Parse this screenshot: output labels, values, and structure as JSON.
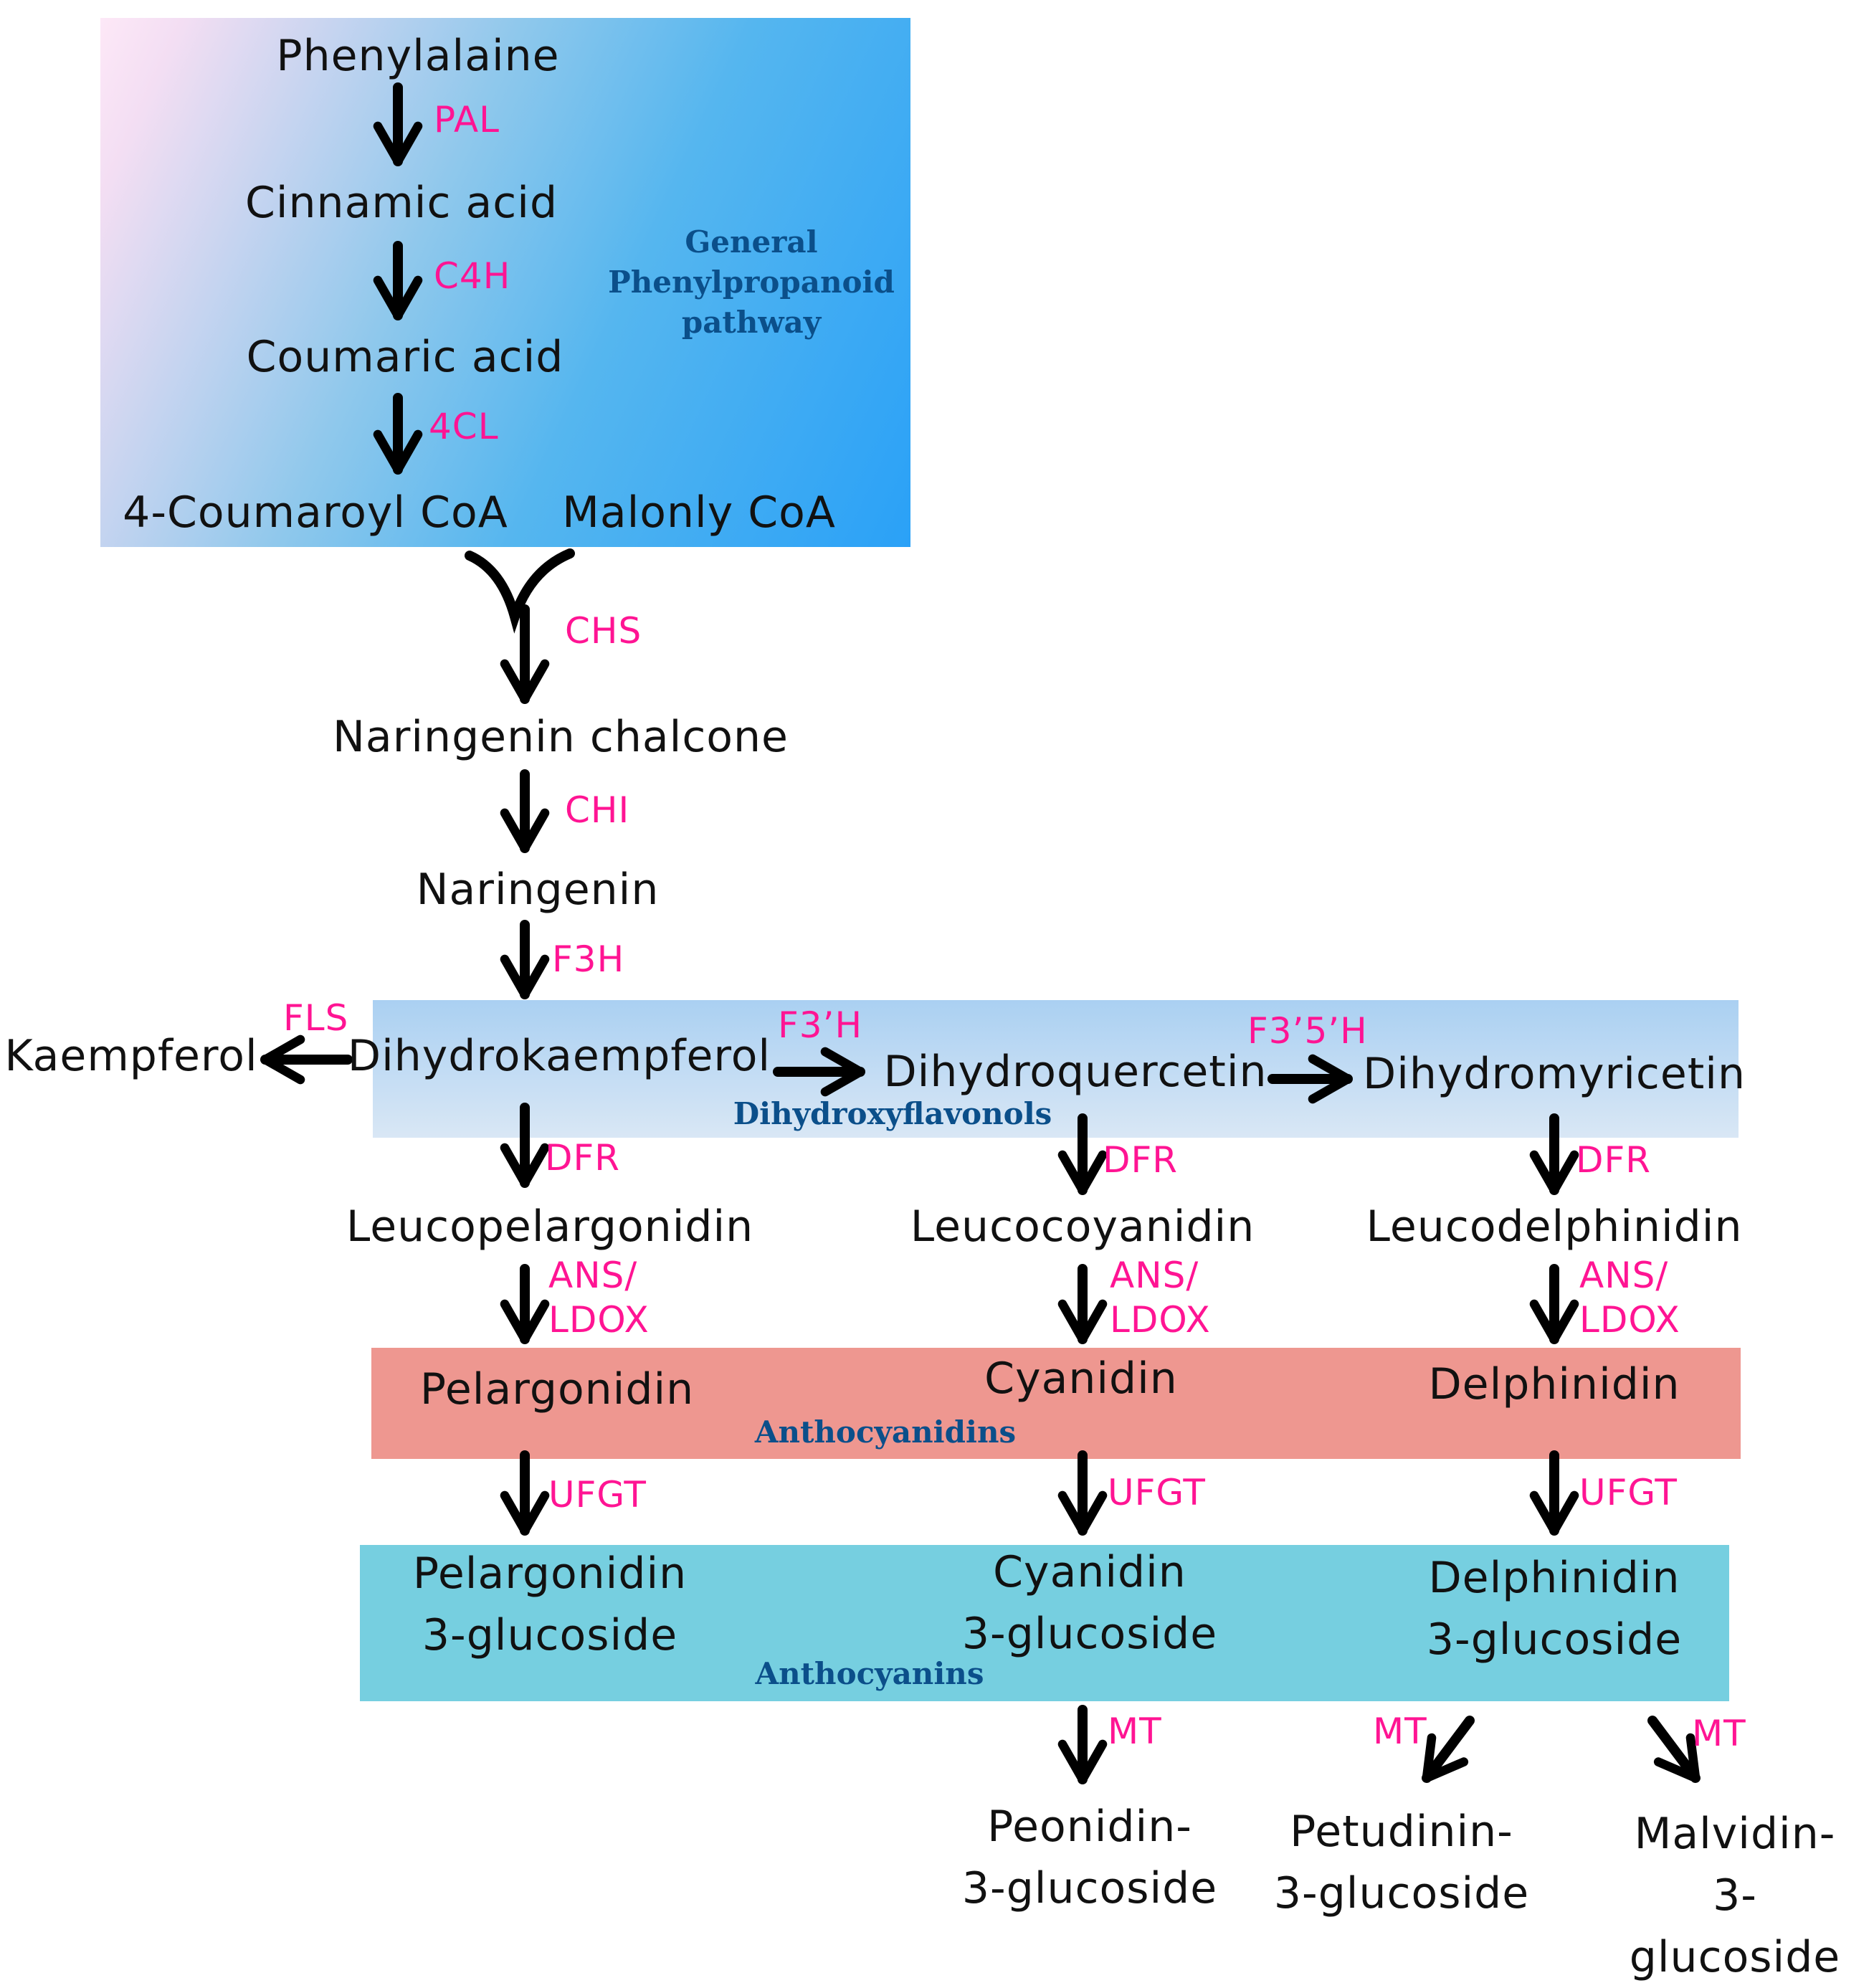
{
  "regions": {
    "general": "General\nPhenylpropanoid\npathway",
    "dihydroxyflavonols": "Dihydroxyflavonols",
    "anthocyanidins": "Anthocyanidins",
    "anthocyanins": "Anthocyanins"
  },
  "compounds": {
    "phenylalaine": "Phenylalaine",
    "cinnamic_acid": "Cinnamic acid",
    "coumaric_acid": "Coumaric acid",
    "coumaroyl_coa": "4-Coumaroyl CoA",
    "malonly_coa": "Malonly CoA",
    "naringenin_chalcone": "Naringenin chalcone",
    "naringenin": "Naringenin",
    "kaempferol": "Kaempferol",
    "dihydrokaempferol": "Dihydrokaempferol",
    "dihydroquercetin": "Dihydroquercetin",
    "dihydromyricetin": "Dihydromyricetin",
    "leucopelargonidin": "Leucopelargonidin",
    "leucocoyanidin": "Leucocoyanidin",
    "leucodelphinidin": "Leucodelphinidin",
    "pelargonidin": "Pelargonidin",
    "cyanidin": "Cyanidin",
    "delphinidin": "Delphinidin",
    "pelargonidin_3g": "Pelargonidin\n3-glucoside",
    "cyanidin_3g": "Cyanidin\n3-glucoside",
    "delphinidin_3g": "Delphinidin\n3-glucoside",
    "peonidin_3g": "Peonidin-\n3-glucoside",
    "petudinin_3g": "Petudinin-\n3-glucoside",
    "malvidin_3g": "Malvidin-\n3-glucoside"
  },
  "enzymes": {
    "pal": "PAL",
    "c4h": "C4H",
    "cl4": "4CL",
    "chs": "CHS",
    "chi": "CHI",
    "f3h": "F3H",
    "fls": "FLS",
    "f3ph": "F3’H",
    "f35h": "F3’5’H",
    "dfr_1": "DFR",
    "dfr_2": "DFR",
    "dfr_3": "DFR",
    "ans_1": "ANS/\nLDOX",
    "ans_2": "ANS/\nLDOX",
    "ans_3": "ANS/\nLDOX",
    "ufgt_1": "UFGT",
    "ufgt_2": "UFGT",
    "ufgt_3": "UFGT",
    "mt_1": "MT",
    "mt_2": "MT",
    "mt_3": "MT"
  },
  "colors": {
    "enzyme": "#ff1493",
    "region_label": "#0b4f8a",
    "compound": "#111111",
    "arrow": "#000000"
  }
}
